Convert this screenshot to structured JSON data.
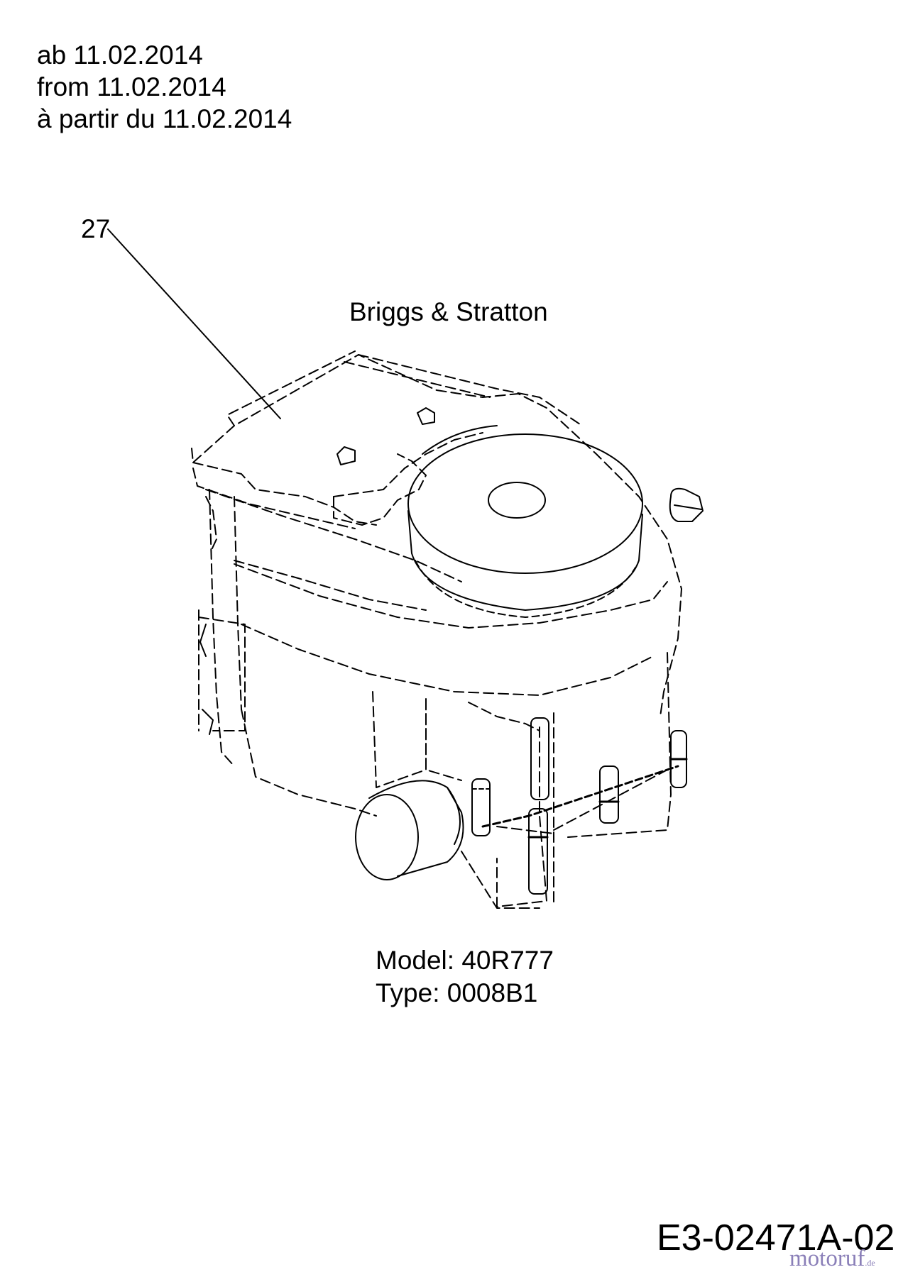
{
  "dates": {
    "de": "ab 11.02.2014",
    "en": "from 11.02.2014",
    "fr": "à partir du 11.02.2014"
  },
  "callout": {
    "number": "27"
  },
  "brand": "Briggs & Stratton",
  "specs": {
    "model": "Model: 40R777",
    "type": "Type: 0008B1"
  },
  "drawing_code": "E3-02471A-02",
  "watermark": {
    "text": "motoruf",
    "suffix": ".de",
    "color": "#8a7fb8"
  },
  "icons": [
    "engine-drawing"
  ]
}
